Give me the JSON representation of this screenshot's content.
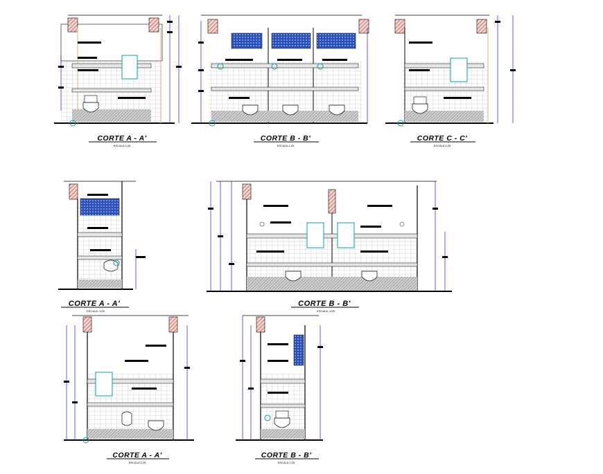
{
  "drawing": {
    "sections": [
      {
        "title": "CORTE A - A'",
        "scale": "ESCALA 1:25"
      },
      {
        "title": "CORTE B - B'",
        "scale": "ESCALA 1:25"
      },
      {
        "title": "CORTE C - C'",
        "scale": "ESCALA 1:25"
      },
      {
        "title": "CORTE A - A'",
        "scale": "ESCALA: 1/25"
      },
      {
        "title": "CORTE B - B'",
        "scale": "ESCALA: 1/25"
      },
      {
        "title": "CORTE A - A'",
        "scale": "ESCALA 1:25"
      },
      {
        "title": "CORTE B - B'",
        "scale": "ESCALA 1:25"
      }
    ],
    "colors": {
      "line": "#000000",
      "dimension": "#1a1aff",
      "fixture": "#00a0b0",
      "hatch_red": "#c0392b",
      "tile_blue": "#2b4fb8",
      "wall_tan": "#d8c08a"
    }
  }
}
